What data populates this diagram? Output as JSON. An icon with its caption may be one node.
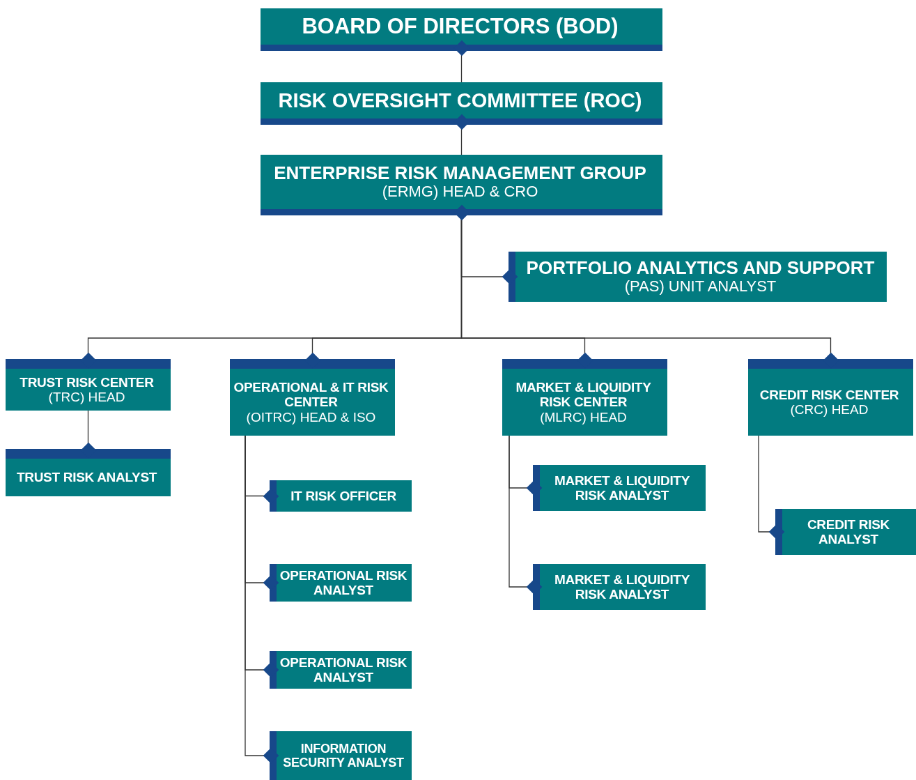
{
  "diagram": {
    "nodes": [
      {
        "text": [
          "BOARD OF DIRECTORS (BOD)"
        ]
      },
      {
        "text": [
          "RISK OVERSIGHT COMMITTEE (ROC)"
        ]
      },
      {
        "text": [
          "ENTERPRISE RISK MANAGEMENT GROUP",
          "(ERMG) HEAD & CRO"
        ]
      },
      {
        "text": [
          "PORTFOLIO ANALYTICS AND SUPPORT",
          "(PAS) UNIT ANALYST"
        ]
      },
      {
        "text": [
          "TRUST RISK CENTER",
          "(TRC) HEAD"
        ]
      },
      {
        "text": [
          "TRUST RISK ANALYST"
        ]
      },
      {
        "text": [
          "OPERATIONAL & IT RISK CENTER",
          "(OITRC) HEAD & ISO"
        ]
      },
      {
        "text": [
          "IT RISK OFFICER"
        ]
      },
      {
        "text": [
          "OPERATIONAL RISK ANALYST"
        ]
      },
      {
        "text": [
          "OPERATIONAL RISK ANALYST"
        ]
      },
      {
        "text": [
          "INFORMATION SECURITY ANALYST"
        ]
      },
      {
        "text": [
          "MARKET & LIQUIDITY RISK CENTER",
          "(MLRC) HEAD"
        ]
      },
      {
        "text": [
          "MARKET & LIQUIDITY RISK ANALYST"
        ]
      },
      {
        "text": [
          "MARKET & LIQUIDITY RISK ANALYST"
        ]
      },
      {
        "text": [
          "CREDIT RISK CENTER",
          "(CRC) HEAD"
        ]
      },
      {
        "text": [
          "CREDIT RISK ANALYST"
        ]
      }
    ],
    "edges": [
      {
        "from": 0,
        "to": 1,
        "arrow": "none"
      },
      {
        "from": 1,
        "to": 2,
        "arrow": "none"
      },
      {
        "from": 2,
        "to": 3,
        "arrow": "none"
      },
      {
        "from": 2,
        "to": 4,
        "arrow": "none"
      },
      {
        "from": 2,
        "to": 6,
        "arrow": "none"
      },
      {
        "from": 2,
        "to": 11,
        "arrow": "none"
      },
      {
        "from": 2,
        "to": 14,
        "arrow": "none"
      },
      {
        "from": 4,
        "to": 5,
        "arrow": "none"
      },
      {
        "from": 6,
        "to": 7,
        "arrow": "none"
      },
      {
        "from": 6,
        "to": 8,
        "arrow": "none"
      },
      {
        "from": 6,
        "to": 9,
        "arrow": "none"
      },
      {
        "from": 6,
        "to": 10,
        "arrow": "none"
      },
      {
        "from": 11,
        "to": 12,
        "arrow": "none"
      },
      {
        "from": 11,
        "to": 13,
        "arrow": "none"
      },
      {
        "from": 14,
        "to": 15,
        "arrow": "none"
      }
    ]
  }
}
